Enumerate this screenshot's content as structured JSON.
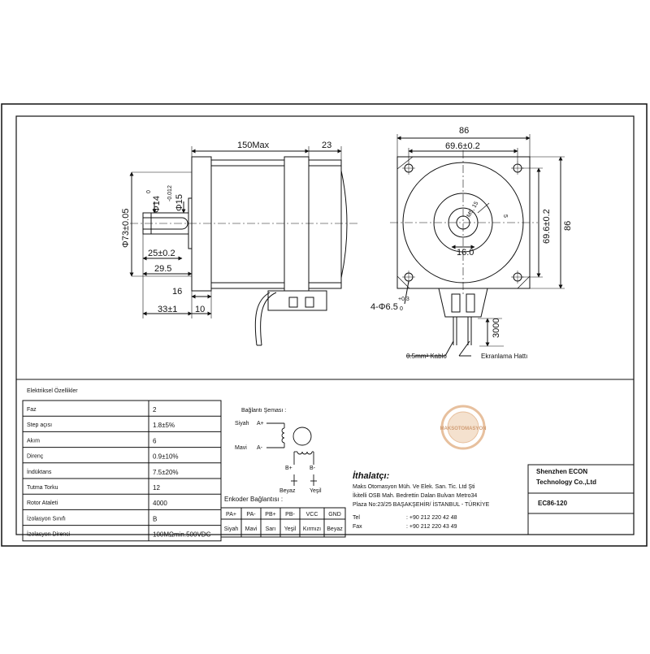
{
  "front_view": {
    "dims": {
      "length": "150Max",
      "rear": "23",
      "shaft_dia": "Φ14",
      "shaft_tol_top": "0",
      "shaft_tol_bot": "-0.012",
      "flat_dia": "Φ15",
      "pilot_dia": "Φ73±0.05",
      "key_len": "25±0.2",
      "shaft_seg": "29.5",
      "flange_thk": "16",
      "shaft_len": "33±1",
      "step": "10"
    }
  },
  "side_view": {
    "dims": {
      "width": "86",
      "bolt_spacing_h": "69.6±0.2",
      "bolt_spacing_v": "69.6±0.2",
      "height": "86",
      "shaft_flat": "M5, 15",
      "flat_depth": "5",
      "shaft_width": "16.0",
      "cable_len": "3000",
      "holes": "4-Φ6.5",
      "holes_tol_top": "+0.3",
      "holes_tol_bot": "0",
      "cable_label": "0.5mm² Kablo",
      "shield_label": "Ekranlama Hattı"
    }
  },
  "electrical": {
    "title": "Elektriksel Özellikler",
    "rows": [
      {
        "label": "Faz",
        "value": "2"
      },
      {
        "label": "Step açısı",
        "value": "1.8±5%"
      },
      {
        "label": "Akım",
        "value": "6"
      },
      {
        "label": "Direnç",
        "value": "0.9±10%"
      },
      {
        "label": "İndüktans",
        "value": "7.5±20%"
      },
      {
        "label": "Tutma Torku",
        "value": "12"
      },
      {
        "label": "Rotor Ataleti",
        "value": "4000"
      },
      {
        "label": "İzolasyon Sınıfı",
        "value": "B"
      },
      {
        "label": "İzolasyon Direnci",
        "value": "100MΩmin.500VDC"
      }
    ]
  },
  "wiring": {
    "title": "Bağlantı Şeması :",
    "siyah": "Siyah",
    "mavi": "Mavi",
    "a_plus": "A+",
    "a_minus": "A-",
    "b_plus": "B+",
    "b_minus": "B-",
    "beyaz": "Beyaz",
    "yesil": "Yeşil"
  },
  "encoder": {
    "title": "Enkoder Bağlantısı :",
    "headers": [
      "PA+",
      "PA-",
      "PB+",
      "PB-",
      "VCC",
      "GND"
    ],
    "colors": [
      "Siyah",
      "Mavi",
      "Sarı",
      "Yeşil",
      "Kırmızı",
      "Beyaz"
    ]
  },
  "importer": {
    "title": "İthalatçı:",
    "line1": "Maks Otomasyon Müh. Ve Elek. San. Tic. Ltd Şti",
    "line2": "İkitelli OSB Mah. Bedrettin Dalan Bulvarı Metro34",
    "line3": "Plaza No:23/25 BAŞAKŞEHİR/ İSTANBUL - TÜRKİYE",
    "tel_label": "Tel",
    "tel_value": ": +90 212 220 42 48",
    "fax_label": "Fax",
    "fax_value": ": +90 212 220 43 49"
  },
  "title_block": {
    "company_line1": "Shenzhen ECON",
    "company_line2": "Technology Co.,Ltd",
    "model": "EC86-120"
  },
  "watermark": {
    "text": "MAKSOTOMASYON",
    "color": "#e3b68e"
  }
}
